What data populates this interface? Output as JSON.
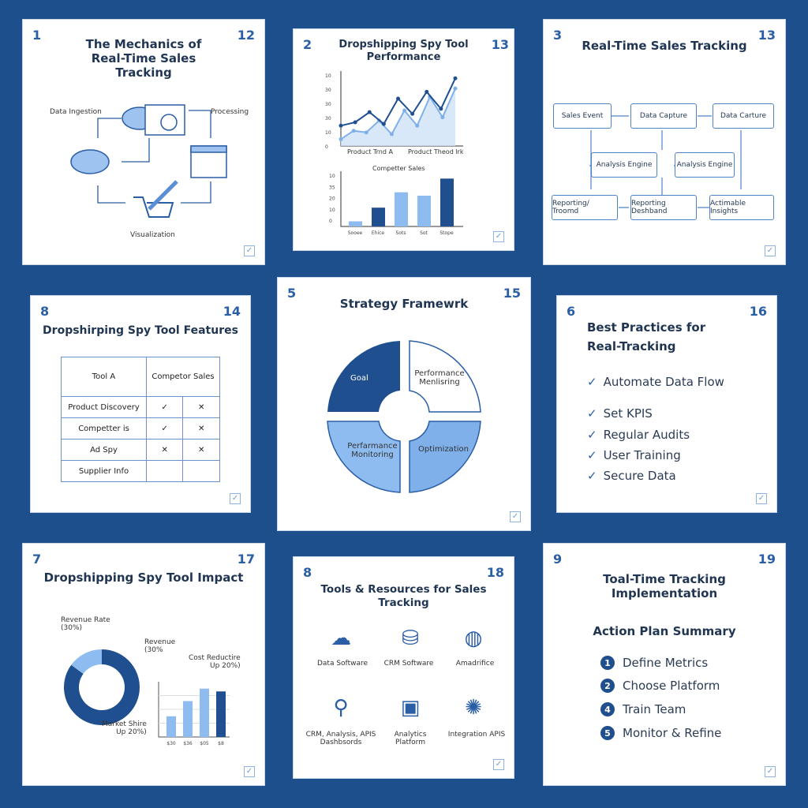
{
  "background_color": "#1d4f8c",
  "accent": "#2a5ea5",
  "cards": [
    {
      "num": "1",
      "page": "12",
      "title": "The Mechanics of Real-Time Sales Tracking",
      "labels": {
        "ingestion": "Data Ingestion",
        "processing": "Processing",
        "visualization": "Visualization"
      }
    },
    {
      "num": "2",
      "page": "13",
      "title": "Dropshipping Spy Tool Performance"
    },
    {
      "num": "3",
      "page": "13",
      "title": "Real-Time Sales Tracking",
      "boxes": [
        "Sales Event",
        "Data Capture",
        "Data Carture",
        "Analysis Engine",
        "Analysis Engine",
        "Reporting/ Troomd",
        "Reporting Deshband",
        "Actimable Insights"
      ]
    },
    {
      "num": "8",
      "page": "14",
      "title": "Dropshirping Spy Tool Features",
      "table": {
        "headers": [
          "Tool A",
          "Competor Sales",
          ""
        ],
        "rows": [
          [
            "Product Discovery",
            "✓",
            "✕"
          ],
          [
            "Competter   is",
            "✓",
            "✕"
          ],
          [
            "Ad Spy",
            "✕",
            "✕"
          ],
          [
            "Supplier Info",
            "",
            ""
          ]
        ]
      }
    },
    {
      "num": "5",
      "page": "15",
      "title": "Strategy Framewrk",
      "segments": [
        "Goal",
        "Performance Menlisring",
        "Perfarmance Monitoring",
        "Optimization"
      ]
    },
    {
      "num": "6",
      "page": "16",
      "title": "Best Practices for Real-Tracking",
      "items": [
        "Automate Data Flow",
        "Set KPIS",
        "Regular Audits",
        "User Training",
        "Secure Data"
      ]
    },
    {
      "num": "7",
      "page": "17",
      "title": "Dropshipping Spy Tool Impact",
      "labels": {
        "revenue_rate": "Revenue Rate",
        "revenue_rate_pct": "(30%)",
        "revenue": "Revenue",
        "revenue_pct": "(30%",
        "cost": "Cost Reductire",
        "cost_pct": "Up 20%)",
        "market": "Market Shire",
        "market_pct": "Up 20%)"
      }
    },
    {
      "num": "8",
      "page": "18",
      "title": "Tools & Resources for Sales Tracking",
      "tools": [
        {
          "icon": "cloud-icon",
          "label": "Data Software"
        },
        {
          "icon": "database-icon",
          "label": "CRM Software"
        },
        {
          "icon": "globe-icon",
          "label": "Amadrifice"
        },
        {
          "icon": "magnifier-chart-icon",
          "label": "CRM, Analysis, APIS Dashbsords"
        },
        {
          "icon": "analytics-icon",
          "label": "Analytics Platform"
        },
        {
          "icon": "network-icon",
          "label": "Integration APIS"
        }
      ]
    },
    {
      "num": "9",
      "page": "19",
      "title": "Toal-Time Tracking Implementation",
      "subtitle": "Action Plan Summary",
      "steps": [
        {
          "n": "1",
          "label": "Define Metrics"
        },
        {
          "n": "2",
          "label": "Choose Platform"
        },
        {
          "n": "4",
          "label": "Train Team"
        },
        {
          "n": "5",
          "label": "Monitor & Refine"
        }
      ]
    }
  ],
  "chart_data": [
    {
      "type": "area",
      "title": "",
      "x_labels": [
        "Product Trnd A",
        "Product Theod lrk"
      ],
      "y_tick_labels": [
        "0",
        "10",
        "30",
        "30",
        "30",
        "10"
      ],
      "series": [
        {
          "color": "#1f4f8f",
          "values": [
            12,
            14,
            20,
            13,
            28,
            19,
            32,
            22,
            40
          ]
        },
        {
          "color": "#7fb0ea",
          "values": [
            4,
            9,
            8,
            15,
            7,
            21,
            12,
            29,
            17,
            34
          ]
        }
      ]
    },
    {
      "type": "bar",
      "title": "Competter Sales",
      "categories": [
        "Sooee",
        "Ehice",
        "Sots",
        "Sot",
        "Stope"
      ],
      "values": [
        3,
        11,
        20,
        18,
        28
      ],
      "colors": [
        "#8fbcf0",
        "#1f4f8f",
        "#8fbcf0",
        "#8fbcf0",
        "#1f4f8f"
      ],
      "y_tick_labels": [
        "0",
        "10",
        "20",
        "35",
        "10"
      ],
      "ylim": [
        0,
        30
      ]
    },
    {
      "type": "pie",
      "donut": true,
      "values": [
        15,
        85
      ],
      "colors": [
        "#8fbcf0",
        "#1f4f8f"
      ]
    },
    {
      "type": "bar",
      "categories": [
        "$30",
        "$36",
        "$05",
        "$8"
      ],
      "values": [
        30,
        52,
        70,
        66
      ],
      "colors": [
        "#8fbcf0",
        "#8fbcf0",
        "#8fbcf0",
        "#1f4f8f"
      ],
      "ylim": [
        0,
        80
      ]
    }
  ]
}
